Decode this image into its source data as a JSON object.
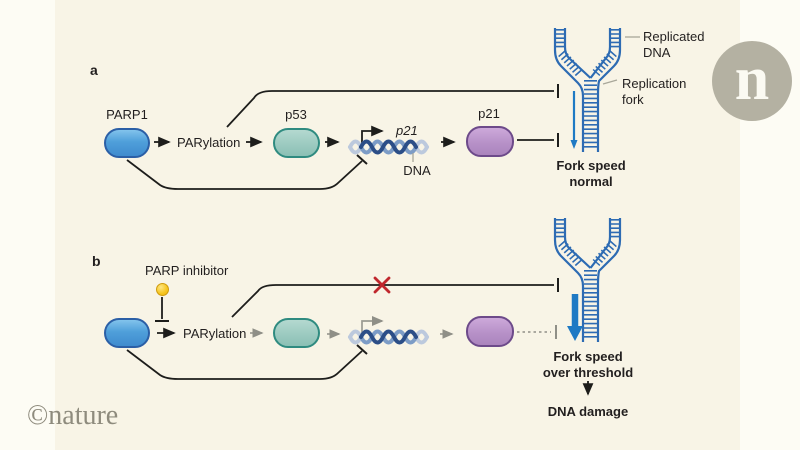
{
  "figure_type": "pathway-diagram",
  "colors": {
    "canvas_bg": "#f8f4e6",
    "margin_bg": "#fdfcf4",
    "parp1_pill_fill": "#4f9fda",
    "parp1_pill_border": "#2b5fa6",
    "p53_pill_fill": "#9ccac0",
    "p53_pill_border": "#2f8b80",
    "p21_pill_fill": "#b791c8",
    "p21_pill_border": "#6d4a8a",
    "inhibitor_dot_fill": "#f6c51e",
    "inhibitor_dot_border": "#cf9b0e",
    "fork_blue": "#2d6bb3",
    "speed_arrow_blue": "#1f7ac4",
    "blocked_cross_red": "#c0272d",
    "line_black": "#1d1d1b",
    "dashed_gray": "#8f8f87",
    "helix_dark_blue": "#2c4e87",
    "helix_light_blue": "#7d9cc6",
    "helix_pale_blue": "#bcc9dd",
    "logo_gray": "#b4b1a2",
    "copyright_gray": "#8e8b7d"
  },
  "branding": {
    "copyright": "©nature",
    "logo_letter": "n"
  },
  "panel_a": {
    "label": "a",
    "parp1": "PARP1",
    "parylation": "PARylation",
    "p53": "p53",
    "p21_gene": "p21",
    "dna": "DNA",
    "p21_protein": "p21",
    "replicated_dna_lines": [
      "Replicated",
      "DNA"
    ],
    "replication_fork_lines": [
      "Replication",
      "fork"
    ],
    "fork_speed_lines": [
      "Fork speed",
      "normal"
    ]
  },
  "panel_b": {
    "label": "b",
    "parp_inhibitor": "PARP inhibitor",
    "parylation": "PARylation",
    "fork_speed_lines": [
      "Fork speed",
      "over threshold"
    ],
    "dna_damage": "DNA damage"
  }
}
